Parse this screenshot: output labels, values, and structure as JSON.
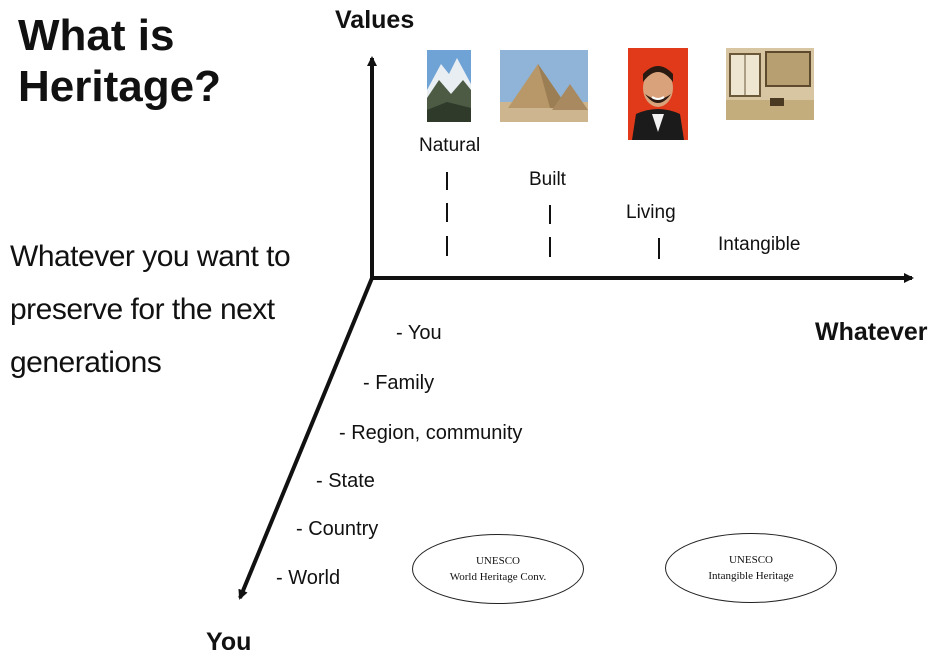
{
  "title": "What is Heritage?",
  "subtitle": "Whatever you want to preserve for the next generations",
  "axes": {
    "vertical_label": "Values",
    "horizontal_label": "Whatever",
    "diagonal_label": "You"
  },
  "categories": [
    {
      "label": "Natural",
      "image": "mountain-landscape-photo"
    },
    {
      "label": "Built",
      "image": "pyramids-photo"
    },
    {
      "label": "Living",
      "image": "portrait-photo"
    },
    {
      "label": "Intangible",
      "image": "japanese-interior-photo"
    }
  ],
  "scale": [
    "- You",
    "- Family",
    "- Region, community",
    "- State",
    "- Country",
    "- World"
  ],
  "ovals": [
    {
      "line1": "UNESCO",
      "line2": "World Heritage Conv."
    },
    {
      "line1": "UNESCO",
      "line2": "Intangible Heritage"
    }
  ]
}
